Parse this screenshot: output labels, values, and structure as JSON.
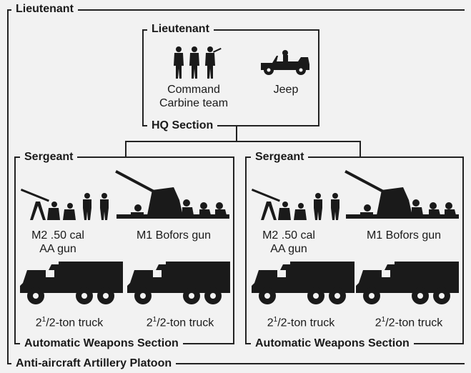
{
  "platoon": {
    "top_label": "Lieutenant",
    "bottom_label": "Anti-aircraft Artillery Platoon"
  },
  "hq": {
    "top_label": "Lieutenant",
    "bottom_label": "HQ Section",
    "unit1_caption_line1": "Command",
    "unit1_caption_line2": "Carbine team",
    "unit2_caption": "Jeep"
  },
  "sections": [
    {
      "top_label": "Sergeant",
      "bottom_label": "Automatic Weapons Section",
      "mg_caption_line1": "M2 .50 cal",
      "mg_caption_line2": "AA gun",
      "bofors_caption": "M1 Bofors gun",
      "truck_num_big": "2",
      "truck_num_sup": "1",
      "truck_num_frac": "/2-ton truck"
    },
    {
      "top_label": "Sergeant",
      "bottom_label": "Automatic Weapons Section",
      "mg_caption_line1": "M2 .50 cal",
      "mg_caption_line2": "AA gun",
      "bofors_caption": "M1 Bofors gun",
      "truck_num_big": "2",
      "truck_num_sup": "1",
      "truck_num_frac": "/2-ton truck"
    }
  ],
  "colors": {
    "line": "#222222",
    "silhouette": "#1a1a1a",
    "background": "#f2f2f2"
  }
}
